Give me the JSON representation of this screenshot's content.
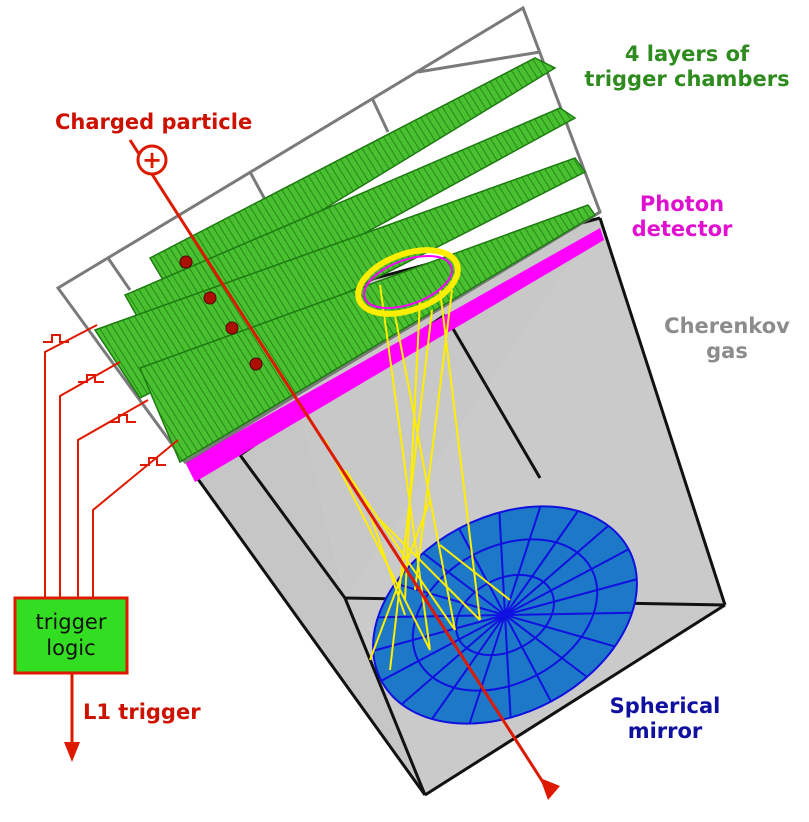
{
  "labels": {
    "trigger_chambers_line1": "4 layers of",
    "trigger_chambers_line2": "trigger  chambers",
    "charged_particle": "Charged particle",
    "photon_detector_line1": "Photon",
    "photon_detector_line2": "detector",
    "cherenkov_line1": "Cherenkov",
    "cherenkov_line2": "gas",
    "spherical_mirror_line1": "Spherical",
    "spherical_mirror_line2": "mirror",
    "trigger_logic_line1": "trigger",
    "trigger_logic_line2": "logic",
    "l1_trigger": "L1 trigger",
    "particle_symbol": "+"
  },
  "colors": {
    "chamber_green": "#3cb728",
    "chamber_dark": "#1f7a12",
    "track_red": "#dd1a00",
    "photon_magenta": "#ff00ff",
    "gas_gray": "#c8c8c8",
    "mirror_blue": "#1e78c8",
    "mirror_lines": "#1010e0",
    "ring_yellow": "#ffee00",
    "logic_box": "#33dd22"
  }
}
